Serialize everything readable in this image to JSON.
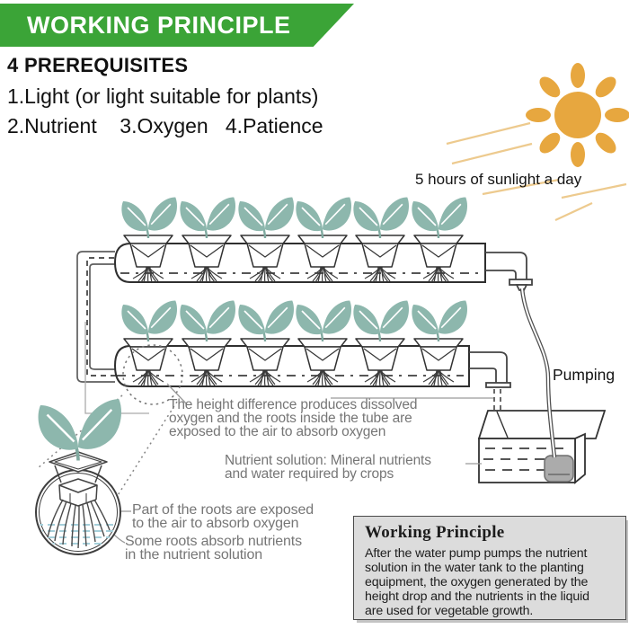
{
  "header": {
    "title": "WORKING PRINCIPLE",
    "bg_color": "#3BA437"
  },
  "prerequisites": {
    "heading": "4 PREREQUISITES",
    "item_light": "1.Light (or light suitable for plants)",
    "item_row": "2.Nutrient    3.Oxygen   4.Patience"
  },
  "sun": {
    "caption": "5 hours of sunlight a day",
    "sun_color": "#E7A73F",
    "ray_color": "#EDCA8E"
  },
  "labels": {
    "pumping": "Pumping"
  },
  "annotations": {
    "height_difference": {
      "line1": "The height difference produces dissolved",
      "line2": "oxygen and the roots inside the tube are",
      "line3": "exposed to the air to absorb oxygen"
    },
    "nutrient_solution": {
      "line1": "Nutrient solution: Mineral nutrients",
      "line2": "and water required by crops"
    },
    "roots_air": {
      "line1": "Part of the roots are exposed",
      "line2": "to the air to absorb oxygen"
    },
    "roots_nutrient": {
      "line1": "Some roots absorb nutrients",
      "line2": "in the nutrient solution"
    }
  },
  "principle_box": {
    "title": "Working Principle",
    "line1": "After the water pump pumps the nutrient",
    "line2": "solution in the water tank to the planting",
    "line3": "equipment, the oxygen generated by the",
    "line4": "height drop and the nutrients in the liquid",
    "line5": "are used for vegetable growth.",
    "bg_color": "#DCDCDC"
  },
  "diagram_colors": {
    "leaf": "#8DB7AD",
    "outline": "#333333",
    "water_blue": "#A5CFDA",
    "pump_gray": "#ABABAB"
  }
}
